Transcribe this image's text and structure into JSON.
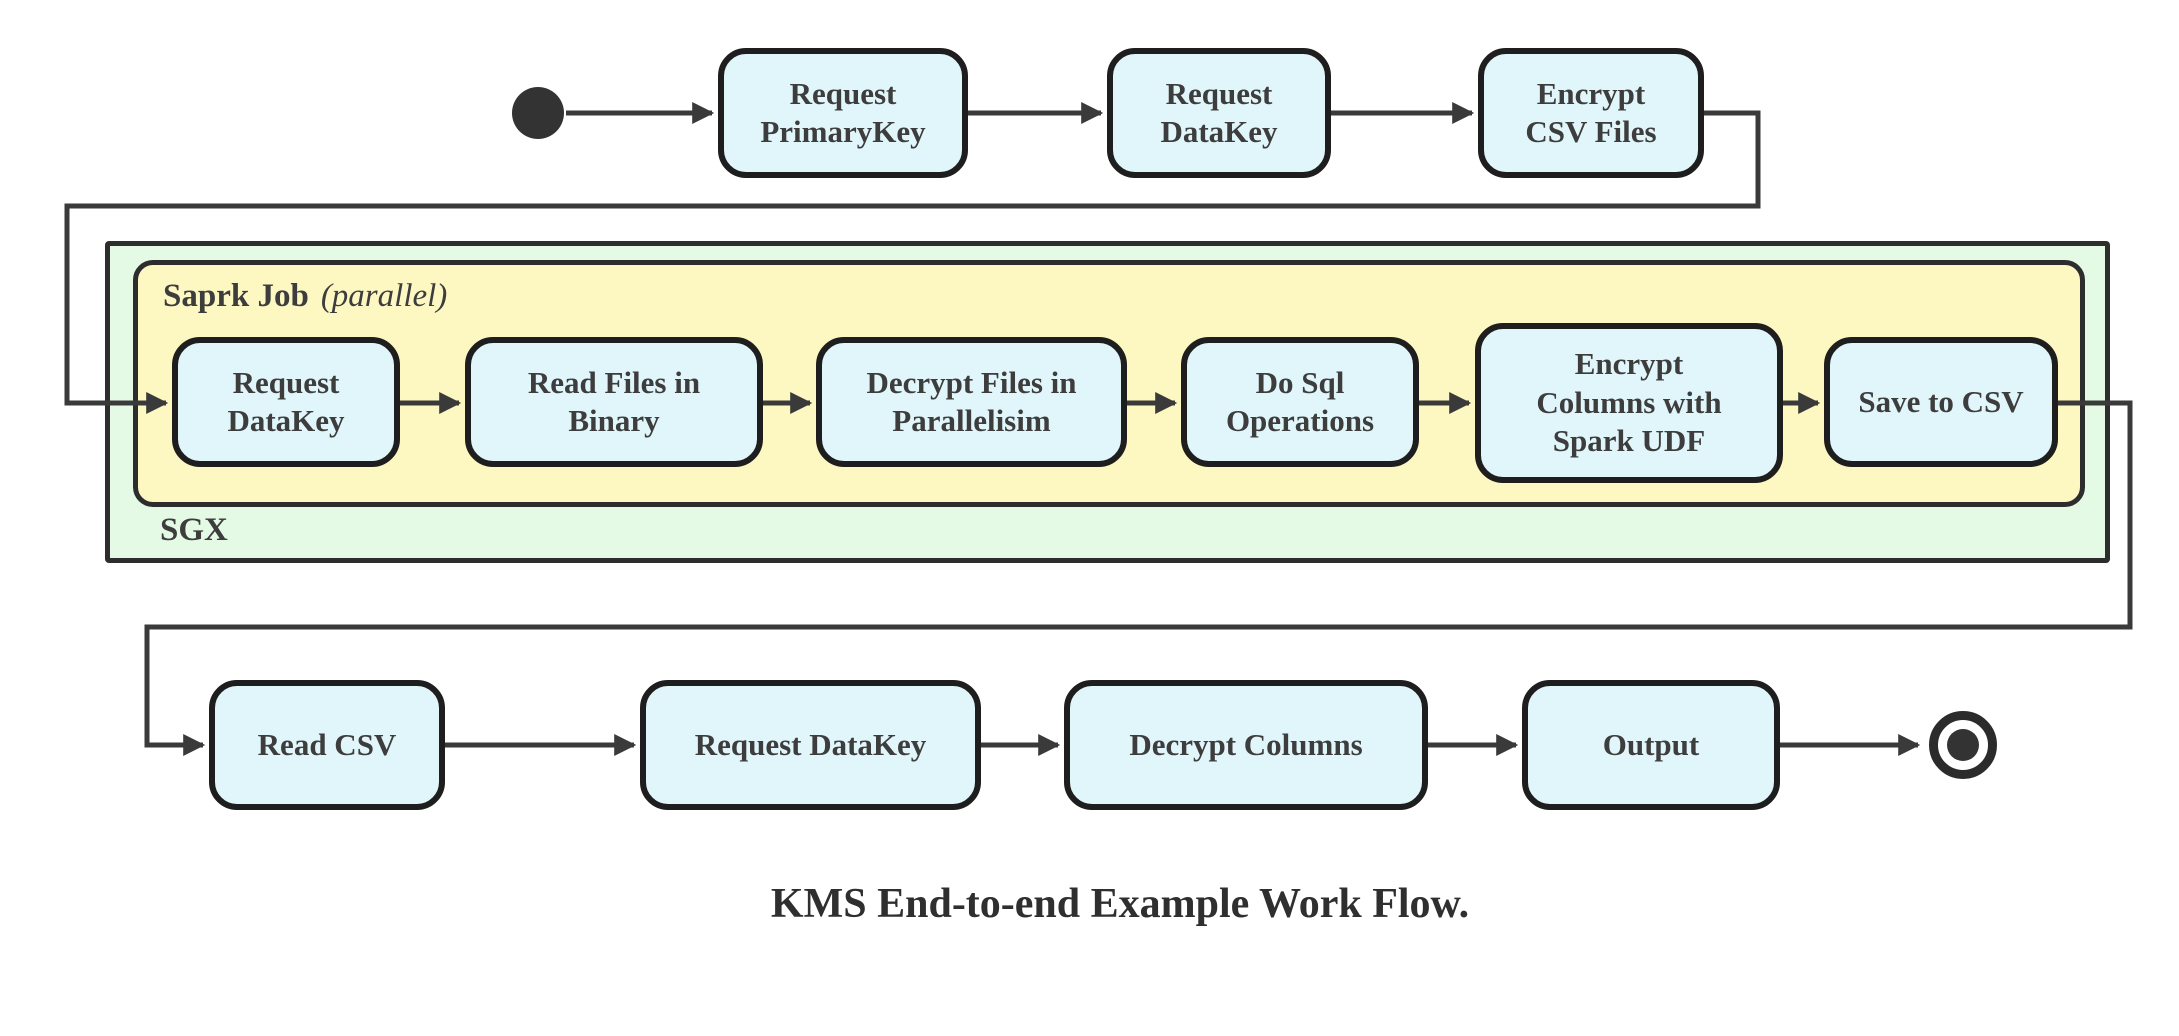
{
  "diagram": {
    "caption": "KMS End-to-end Example Work Flow.",
    "colors": {
      "node_fill": "#e1f6fb",
      "node_border": "#1e1e1e",
      "sgx_fill": "#e4fae5",
      "spark_fill": "#fdf8c2",
      "container_border": "#2d2d2d",
      "connector": "#3a3a3a",
      "text": "#3d3d3d"
    },
    "top_row": [
      {
        "label": "Request\nPrimaryKey"
      },
      {
        "label": "Request\nDataKey"
      },
      {
        "label": "Encrypt\nCSV Files"
      }
    ],
    "sgx": {
      "label": "SGX",
      "spark_job": {
        "title_bold": "Saprk Job",
        "title_italic": "(parallel)",
        "nodes": [
          {
            "label": "Request\nDataKey"
          },
          {
            "label": "Read Files in\nBinary"
          },
          {
            "label": "Decrypt Files in\nParallelisim"
          },
          {
            "label": "Do Sql\nOperations"
          },
          {
            "label": "Encrypt\nColumns with\nSpark UDF"
          },
          {
            "label": "Save to CSV"
          }
        ]
      }
    },
    "bottom_row": [
      {
        "label": "Read CSV"
      },
      {
        "label": "Request DataKey"
      },
      {
        "label": "Decrypt Columns"
      },
      {
        "label": "Output"
      }
    ]
  }
}
